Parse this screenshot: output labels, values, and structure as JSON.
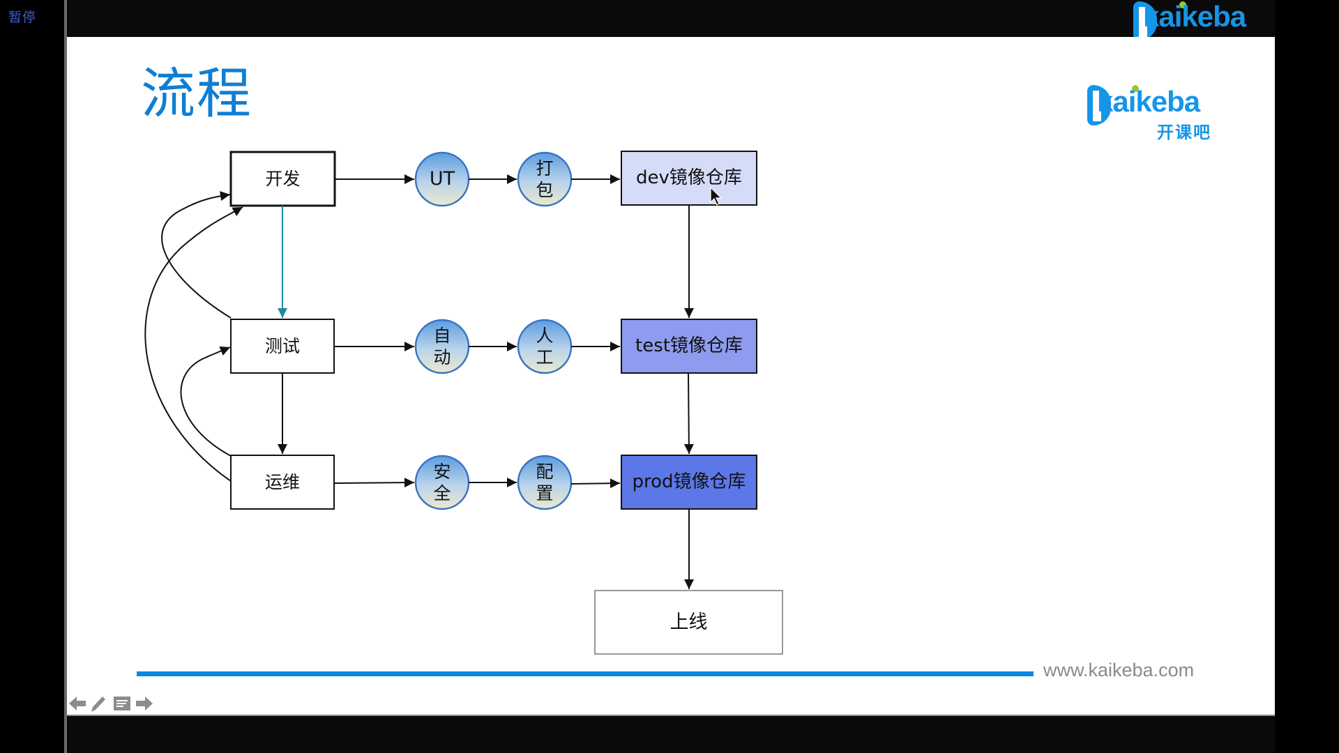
{
  "player": {
    "pause_label": "暂停"
  },
  "slide": {
    "title": "流程",
    "logo": {
      "word": "kaikeba",
      "cn": "开课吧",
      "brand_color": "#1595e8",
      "dot_color": "#9cc72e"
    },
    "footer_url": "www.kaikeba.com",
    "rule_color": "#0a87e0"
  },
  "diagram": {
    "roles": [
      {
        "id": "dev",
        "label": "开发"
      },
      {
        "id": "test",
        "label": "测试"
      },
      {
        "id": "ops",
        "label": "运维"
      }
    ],
    "steps": [
      {
        "id": "ut",
        "label": "UT"
      },
      {
        "id": "package",
        "label": "打包",
        "lines": [
          "打",
          "包"
        ]
      },
      {
        "id": "auto",
        "label": "自动",
        "lines": [
          "自",
          "动"
        ]
      },
      {
        "id": "manual",
        "label": "人工",
        "lines": [
          "人",
          "工"
        ]
      },
      {
        "id": "security",
        "label": "安全",
        "lines": [
          "安",
          "全"
        ]
      },
      {
        "id": "config",
        "label": "配置",
        "lines": [
          "配",
          "置"
        ]
      }
    ],
    "repos": [
      {
        "id": "dev-repo",
        "label": "dev镜像仓库",
        "color": "#d4dcf7"
      },
      {
        "id": "test-repo",
        "label": "test镜像仓库",
        "color": "#8e9bee"
      },
      {
        "id": "prod-repo",
        "label": "prod镜像仓库",
        "color": "#5c77e8"
      }
    ],
    "release": {
      "label": "上线"
    },
    "edges": [
      [
        "开发",
        "UT"
      ],
      [
        "UT",
        "打包"
      ],
      [
        "打包",
        "dev镜像仓库"
      ],
      [
        "测试",
        "自动"
      ],
      [
        "自动",
        "人工"
      ],
      [
        "人工",
        "test镜像仓库"
      ],
      [
        "运维",
        "安全"
      ],
      [
        "安全",
        "配置"
      ],
      [
        "配置",
        "prod镜像仓库"
      ],
      [
        "开发",
        "测试"
      ],
      [
        "测试",
        "运维"
      ],
      [
        "dev镜像仓库",
        "test镜像仓库"
      ],
      [
        "test镜像仓库",
        "prod镜像仓库"
      ],
      [
        "prod镜像仓库",
        "上线"
      ],
      [
        "测试",
        "开发"
      ],
      [
        "运维",
        "开发"
      ],
      [
        "运维",
        "测试"
      ]
    ]
  },
  "nav": {
    "prev": "previous-slide",
    "pen": "pen-tool",
    "notes": "notes",
    "next": "next-slide"
  }
}
